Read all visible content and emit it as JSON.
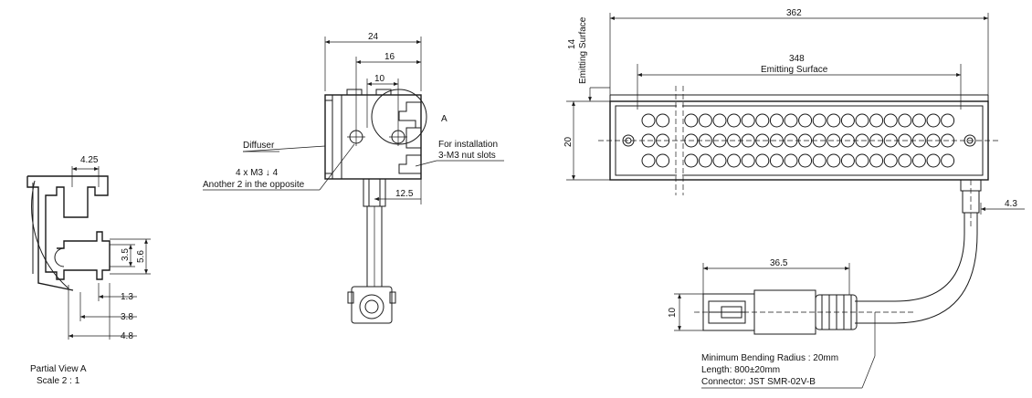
{
  "partial_view": {
    "title": "Partial View A",
    "scale": "Scale 2 : 1",
    "dim_slot_width": "4.25",
    "dim_slot_height_inner": "3.5",
    "dim_slot_height_outer": "5.6",
    "dim_offset_1": "1.3",
    "dim_offset_2": "3.8",
    "dim_offset_3": "4.8"
  },
  "side_view": {
    "dim_width_total": "24",
    "dim_width_16": "16",
    "dim_width_10": "10",
    "dim_connector": "12.5",
    "label_A": "A",
    "diffuser": "Diffuser",
    "screw_spec": "4 x M3 ↓ 4",
    "screw_note": "Another 2 in the opposite",
    "install_note_1": "For installation",
    "install_note_2": "3-M3 nut slots"
  },
  "front_view": {
    "dim_length_total": "362",
    "dim_emitting": "348",
    "emitting_label": "Emitting Surface",
    "dim_height": "20",
    "dim_emit_height": "14",
    "emit_height_label": "Emitting Surface",
    "dim_cable_offset": "4.3",
    "dim_connector_len": "36.5",
    "dim_connector_h": "10",
    "bend_radius": "Minimum Bending Radius : 20mm",
    "length": "Length: 800±20mm",
    "connector": "Connector: JST SMR-02V-B"
  }
}
